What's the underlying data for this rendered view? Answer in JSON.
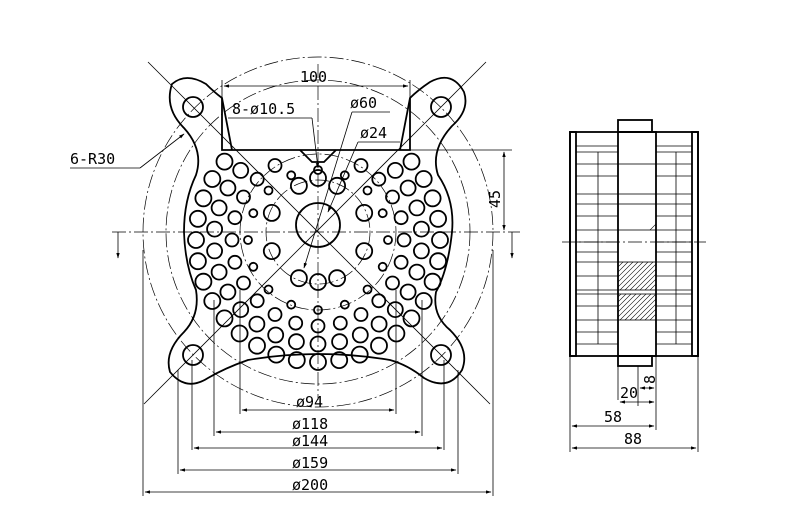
{
  "drawing": {
    "front_view": {
      "labels": {
        "hole_spec": "8-ø10.5",
        "center_diameter": "ø60",
        "bore_diameter": "ø24",
        "corner_radius": "6-R30",
        "offset": "45",
        "flat_width": "100"
      },
      "bottom_dimensions": [
        "ø94",
        "ø118",
        "ø144",
        "ø159",
        "ø200"
      ]
    },
    "side_view": {
      "labels": {
        "gap": "20",
        "slot": "8",
        "inner_width": "58",
        "total_width": "88"
      }
    }
  }
}
